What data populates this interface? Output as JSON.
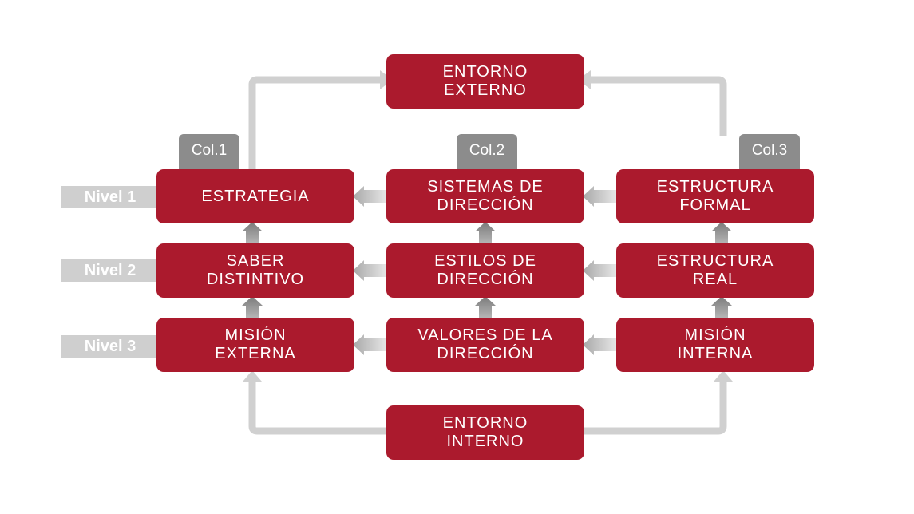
{
  "columns": [
    "Col.1",
    "Col.2",
    "Col.3"
  ],
  "levels": [
    "Nivel 1",
    "Nivel 2",
    "Nivel 3"
  ],
  "top_box": "ENTORNO\nEXTERNO",
  "bottom_box": "ENTORNO\nINTERNO",
  "grid": [
    [
      "ESTRATEGIA",
      "SISTEMAS DE\nDIRECCIÓN",
      "ESTRUCTURA\nFORMAL"
    ],
    [
      "SABER\nDISTINTIVO",
      "ESTILOS DE\nDIRECCIÓN",
      "ESTRUCTURA\nREAL"
    ],
    [
      "MISIÓN\nEXTERNA",
      "VALORES DE LA\nDIRECCIÓN",
      "MISIÓN\nINTERNA"
    ]
  ],
  "colors": {
    "box": "#ab1a2d",
    "connector": "#d0d0d0",
    "arrow": "#9a9a9a",
    "col_tab": "#8c8c8c"
  }
}
